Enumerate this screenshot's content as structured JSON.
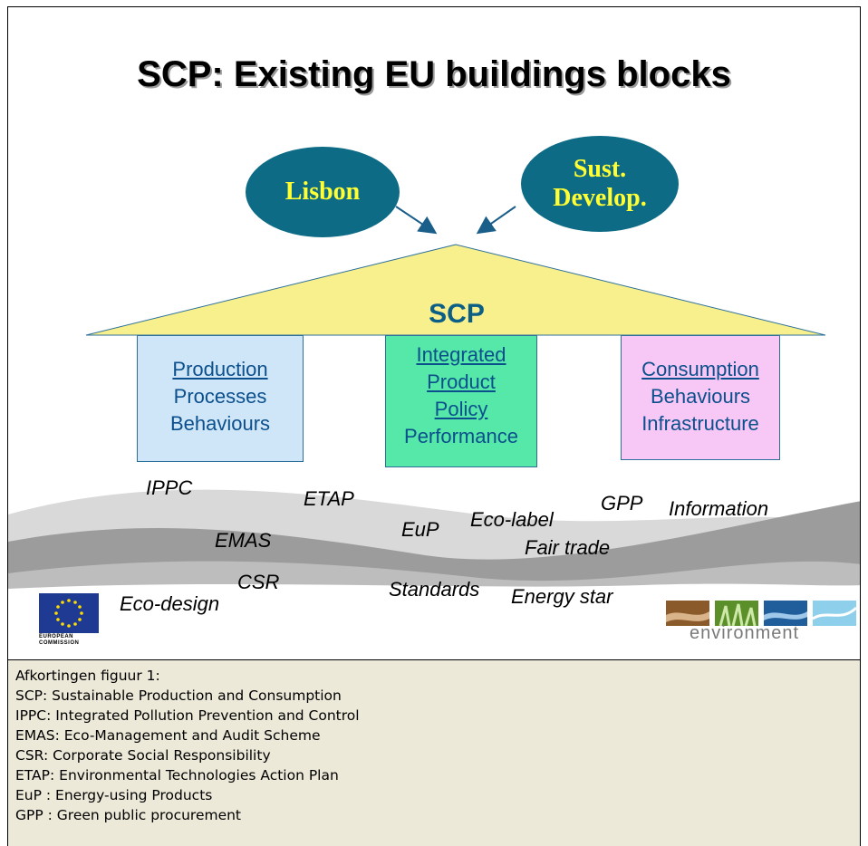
{
  "slide": {
    "title": "SCP: Existing EU buildings blocks",
    "inputs": [
      {
        "lines": [
          "Lisbon"
        ]
      },
      {
        "lines": [
          "Sust.",
          "Develop."
        ]
      }
    ],
    "roof_label": "SCP",
    "pillars": {
      "production": {
        "heading": "Production",
        "lines": [
          "Processes",
          "Behaviours"
        ]
      },
      "ipp": {
        "heading_lines": [
          "Integrated",
          "Product",
          "Policy"
        ],
        "lines": [
          "Performance"
        ]
      },
      "consumption": {
        "heading": "Consumption",
        "lines": [
          "Behaviours",
          "Infrastructure"
        ]
      }
    },
    "instruments": [
      "IPPC",
      "ETAP",
      "GPP",
      "Information",
      "Eco-label",
      "EuP",
      "EMAS",
      "Fair trade",
      "CSR",
      "Standards",
      "Energy star",
      "Eco-design"
    ],
    "logos": {
      "eu": [
        "EUROPEAN",
        "COMMISSION"
      ],
      "environment": "environment"
    },
    "colors": {
      "oval": "#0d6b86",
      "oval_text": "#ffff33",
      "roof": "#f7f08c",
      "production_box": "#cfe6f8",
      "ipp_box": "#55e8a8",
      "consumption_box": "#f7c8f6",
      "label_blue": "#0b5e86"
    }
  },
  "notes": {
    "lines": [
      "Afkortingen figuur 1:",
      "SCP: Sustainable Production and Consumption",
      "IPPC: Integrated Pollution Prevention and Control",
      "EMAS: Eco-Management and Audit Scheme",
      "CSR: Corporate Social Responsibility",
      "ETAP: Environmental Technologies Action Plan",
      "EuP : Energy-using Products",
      "GPP : Green public procurement"
    ]
  }
}
